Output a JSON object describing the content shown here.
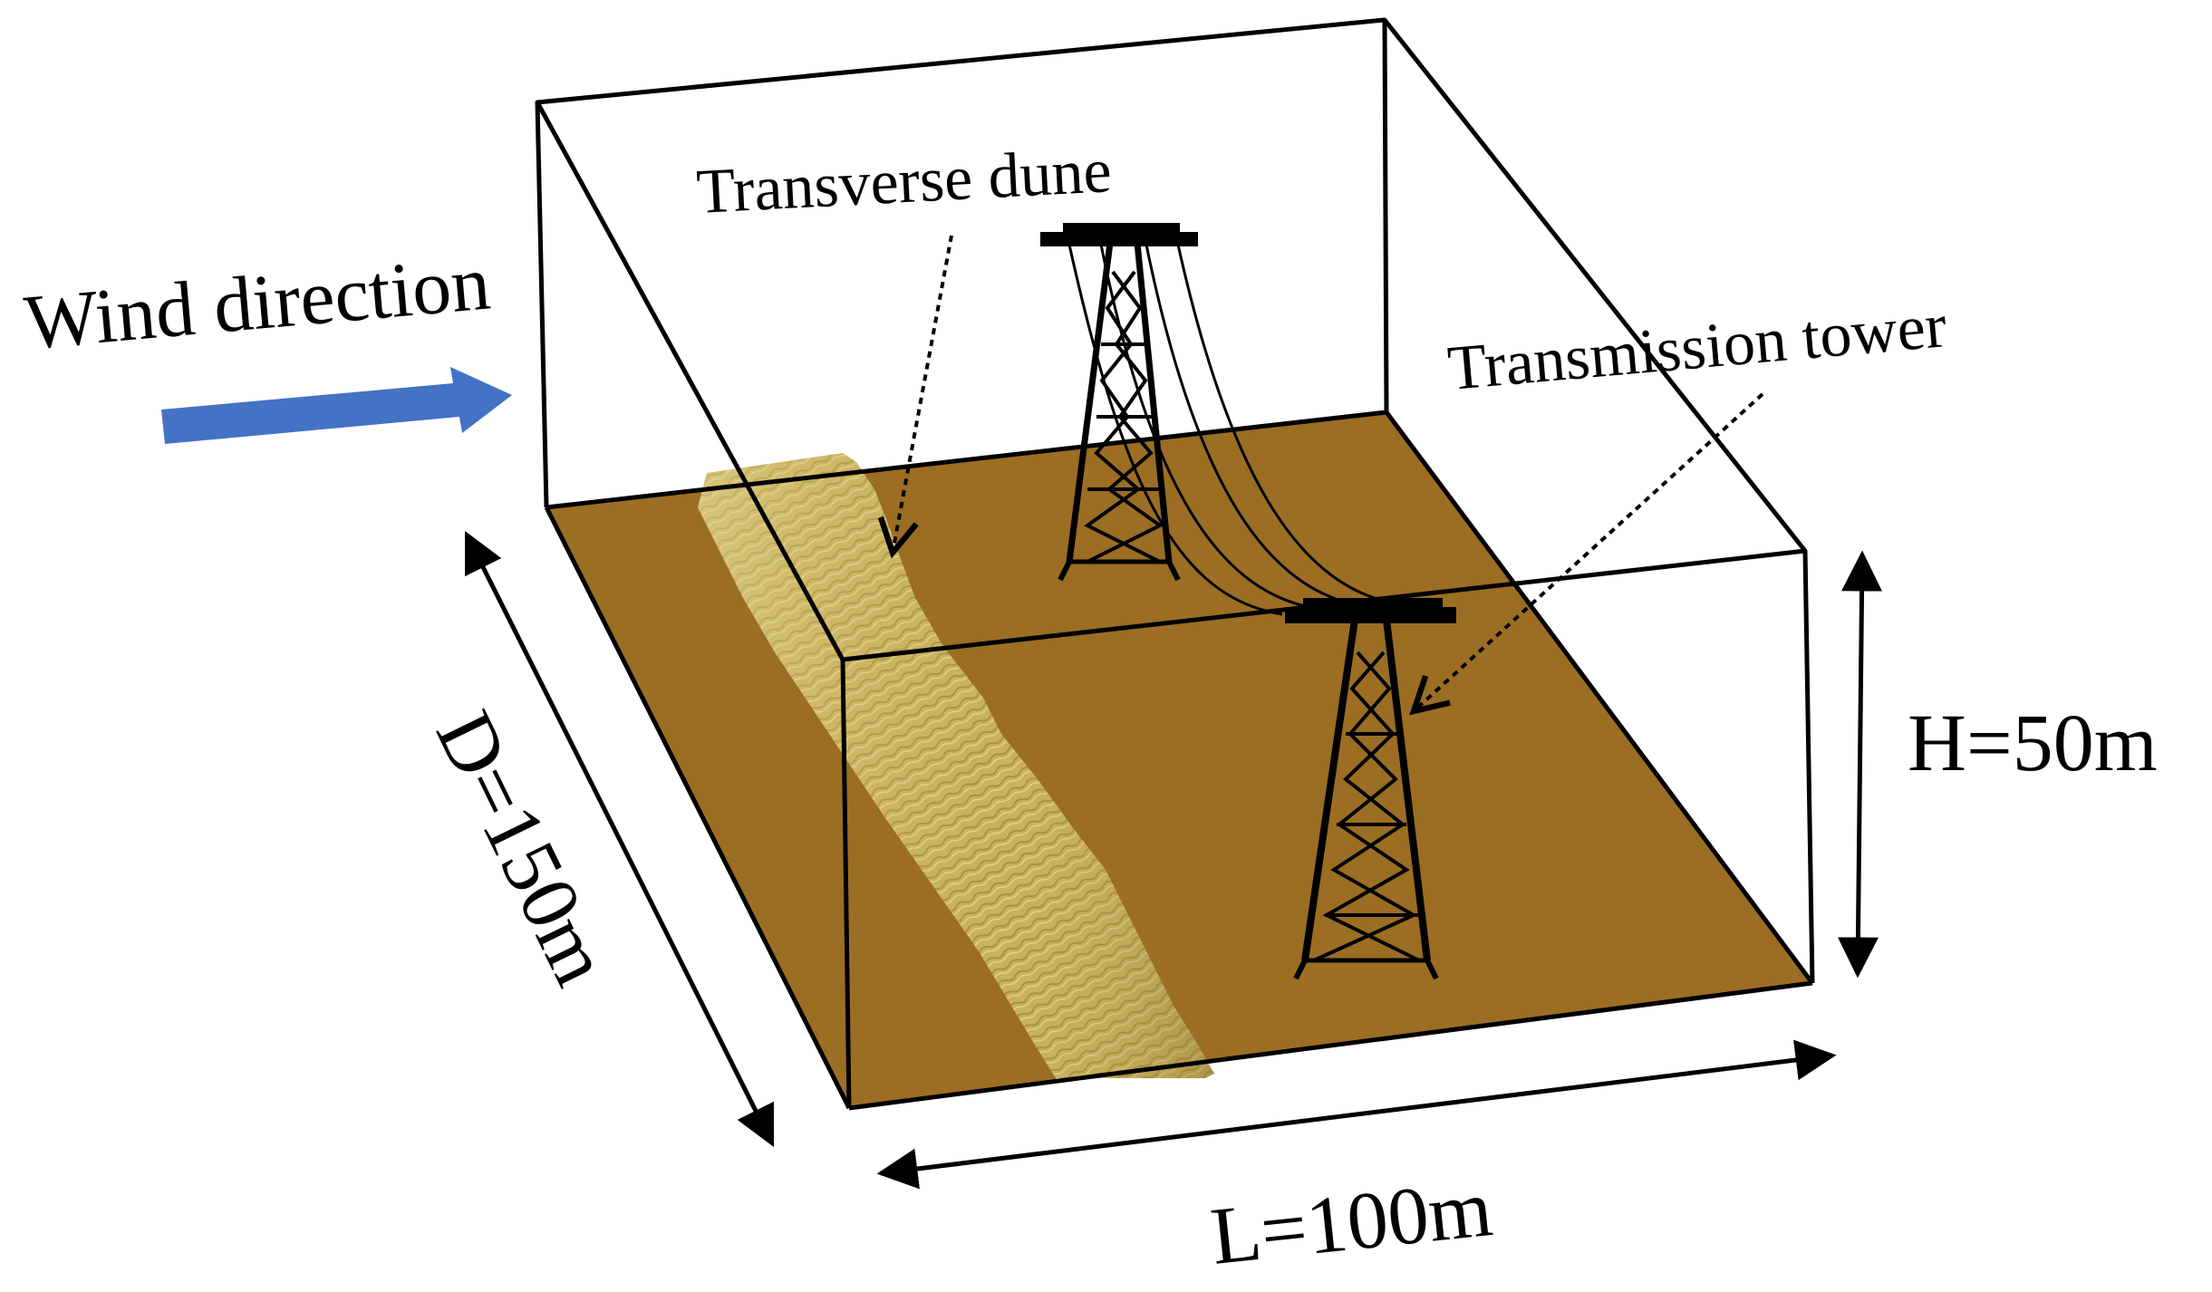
{
  "labels": {
    "wind_direction": "Wind direction",
    "transverse_dune": "Transverse dune",
    "transmission_tower": "Transmission tower",
    "height": "H=50m",
    "depth": "D=150m",
    "length": "L=100m"
  },
  "colors": {
    "ground": "#9B6E24",
    "dune": "#C9B25E",
    "dune_highlight": "#E0D08A",
    "wind_arrow": "#4472C4",
    "lines": "#000000"
  }
}
